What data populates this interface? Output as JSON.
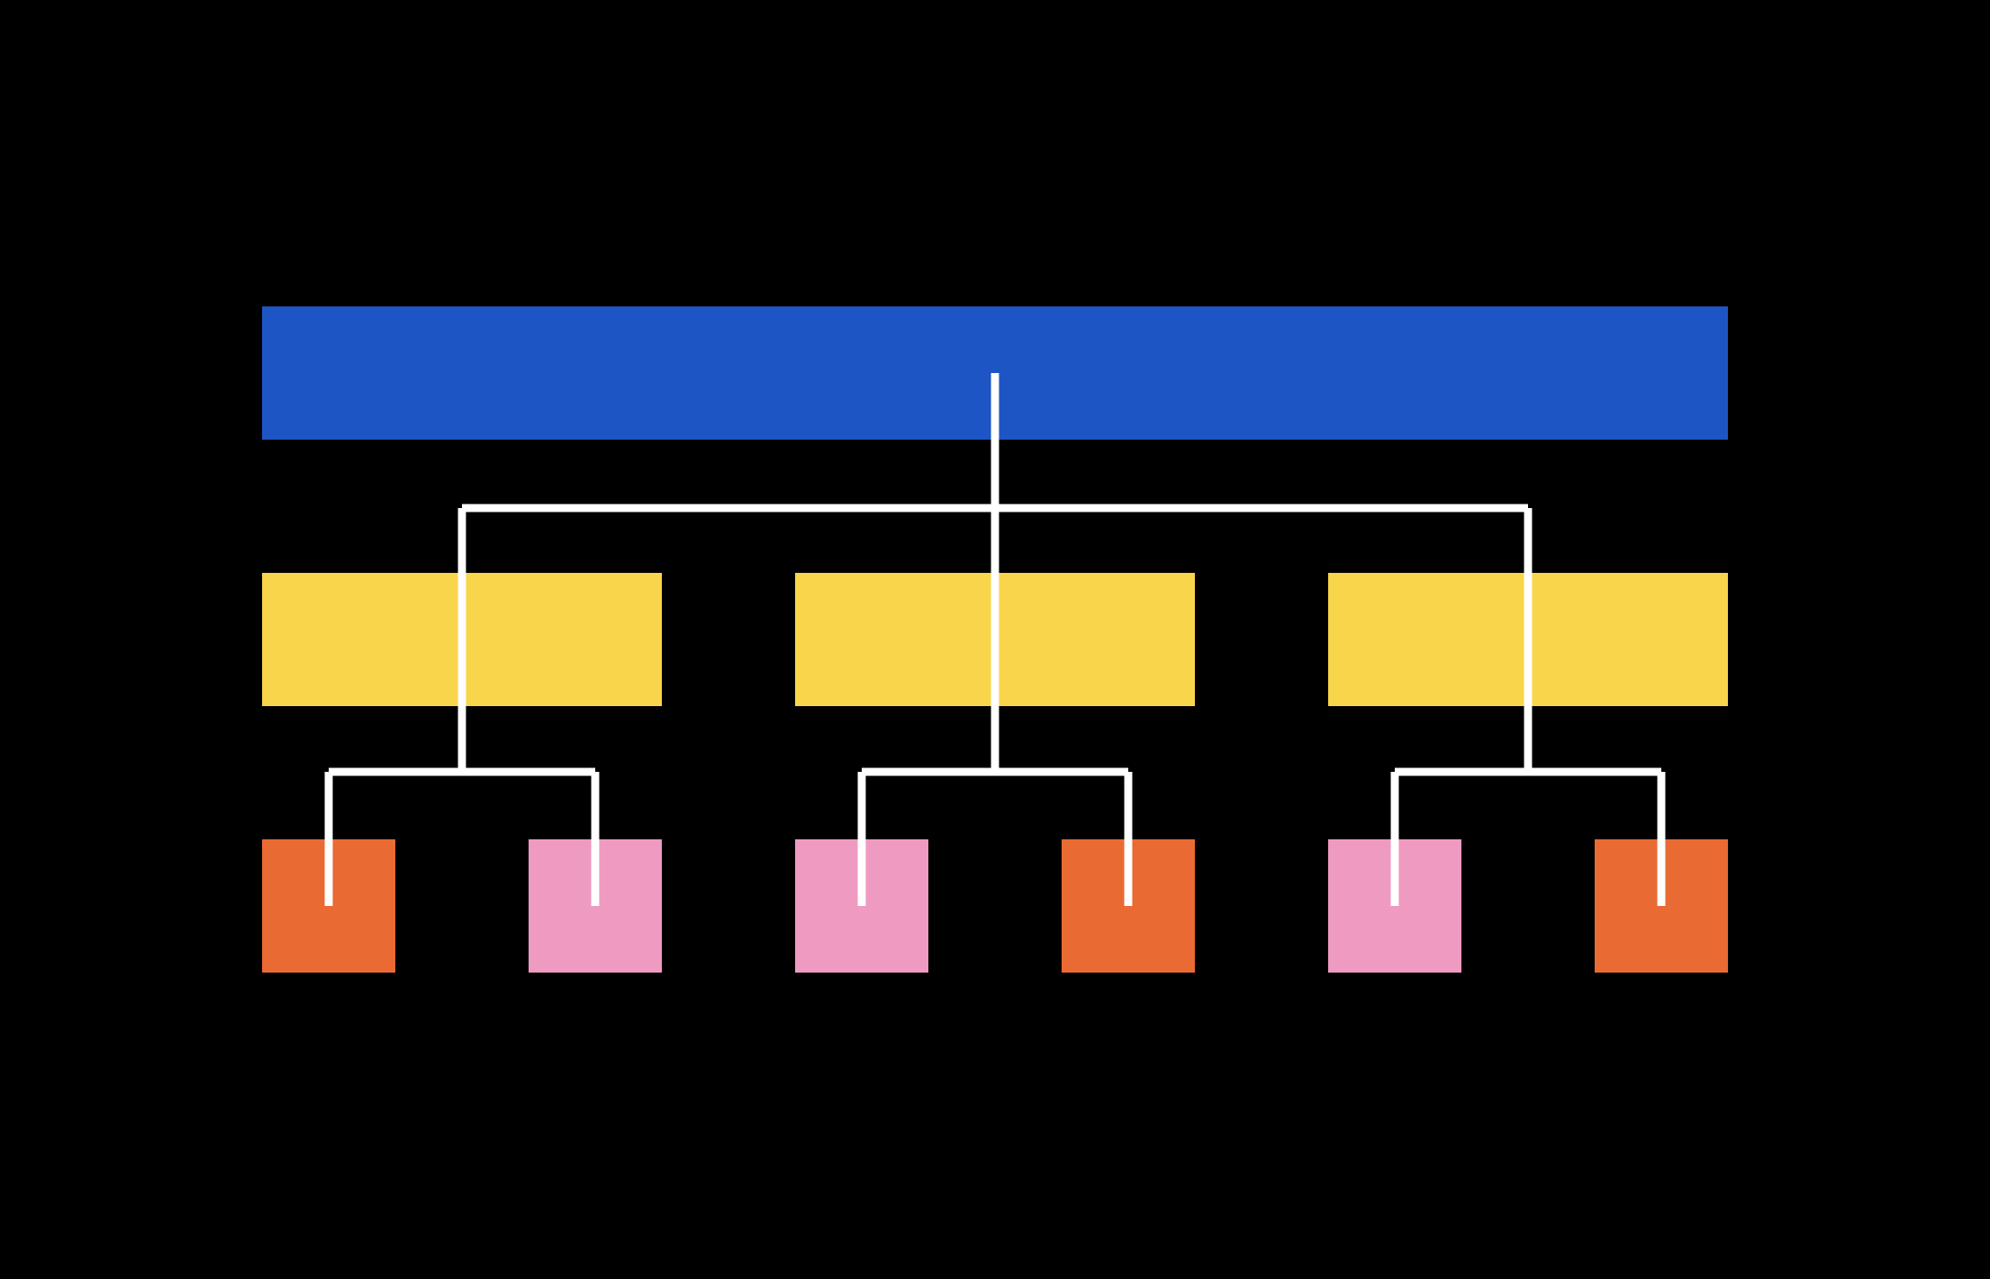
{
  "colors": {
    "background": "#000000",
    "root": "#1D55C5",
    "middle": "#F9D54B",
    "leaf_orange": "#EA6A34",
    "leaf_pink": "#EF9AC1",
    "connector": "#FFFFFF"
  },
  "tree": {
    "root": {
      "color_key": "root"
    },
    "middle": [
      {
        "color_key": "middle",
        "children": [
          "leaf_orange",
          "leaf_pink"
        ]
      },
      {
        "color_key": "middle",
        "children": [
          "leaf_pink",
          "leaf_orange"
        ]
      },
      {
        "color_key": "middle",
        "children": [
          "leaf_pink",
          "leaf_orange"
        ]
      }
    ]
  }
}
